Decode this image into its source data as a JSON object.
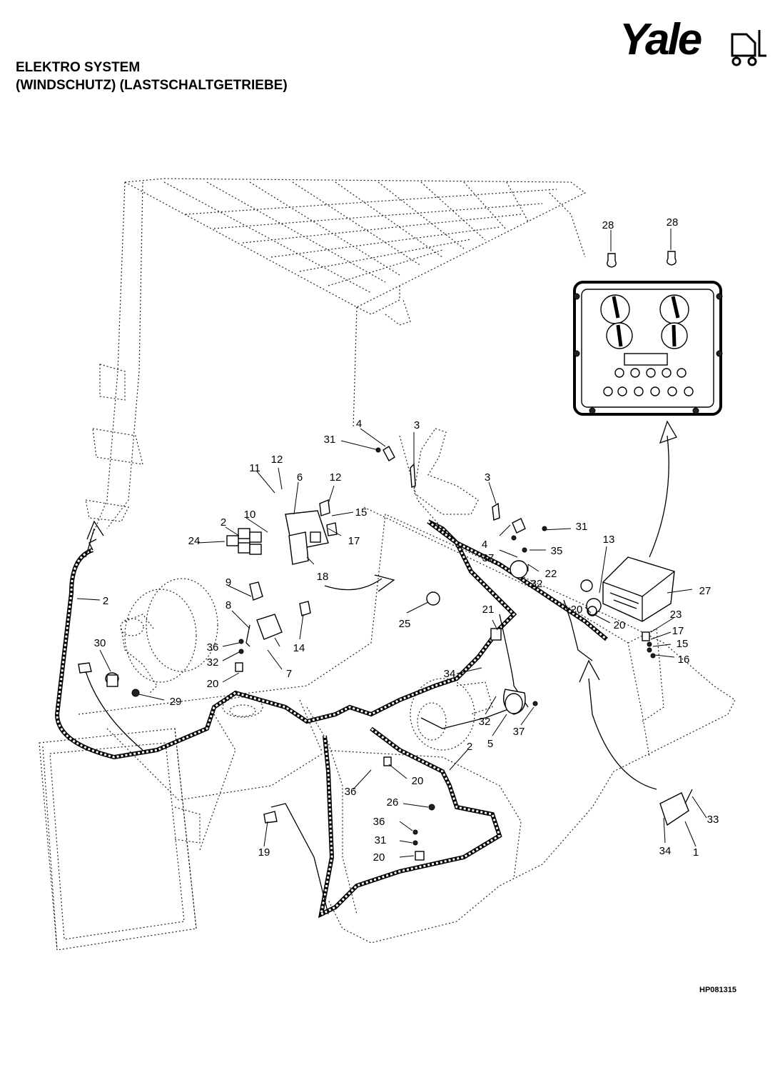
{
  "header": {
    "title_line1": "ELEKTRO SYSTEM",
    "title_line2": "(WINDSCHUTZ) (LASTSCHALTGETRIEBE)"
  },
  "brand": {
    "logo_text": "Yale"
  },
  "drawing_code": "HP081315",
  "callouts": {
    "c28a": "28",
    "c28b": "28",
    "c4a": "4",
    "c3a": "3",
    "c31a": "31",
    "c11": "11",
    "c12a": "12",
    "c6": "6",
    "c12b": "12",
    "c15a": "15",
    "c10": "10",
    "c17a": "17",
    "c2a": "2",
    "c24": "24",
    "c3b": "3",
    "c4b": "4",
    "c31b": "31",
    "c37a": "37",
    "c35": "35",
    "c13": "13",
    "c22": "22",
    "c32a": "32",
    "c27": "27",
    "c9": "9",
    "c18": "18",
    "c2b": "2",
    "c25": "25",
    "c20a": "20",
    "c20b": "20",
    "c21": "21",
    "c8": "8",
    "c23": "23",
    "c17b": "17",
    "c15b": "15",
    "c16": "16",
    "c30": "30",
    "c36a": "36",
    "c32b": "32",
    "c14": "14",
    "c7": "7",
    "c20c": "20",
    "c29": "29",
    "c34a": "34",
    "c32c": "32",
    "c37b": "37",
    "c5": "5",
    "c2c": "2",
    "c20d": "20",
    "c36b": "36",
    "c26": "26",
    "c33": "33",
    "c36c": "36",
    "c31c": "31",
    "c20e": "20",
    "c19": "19",
    "c34b": "34",
    "c1": "1"
  }
}
